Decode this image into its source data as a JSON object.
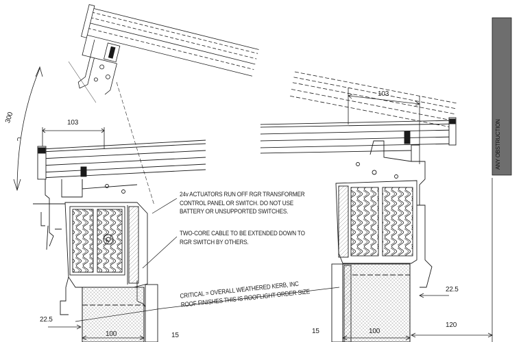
{
  "notes": {
    "actuators": [
      "24v ACTUATORS RUN OFF RGR TRANSFORMER",
      "CONTROL PANEL OR SWITCH. DO NOT USE",
      "BATTERY OR UNSUPPORTED SWITCHES."
    ],
    "cable": [
      "TWO-CORE CABLE TO BE EXTENDED DOWN TO",
      "RGR SWITCH BY OTHERS."
    ],
    "critical": [
      "CRITICAL =  OVERALL WEATHERED KERB, INC",
      "ROOF FINISHES THIS IS ROOFLIGHT ORDER SIZE"
    ]
  },
  "dimensions": {
    "angle": "300",
    "left_103": "103",
    "right_103": "103",
    "left_22_5": "22.5",
    "right_22_5": "22.5",
    "left_100": "100",
    "right_100": "100",
    "left_15": "15",
    "right_15": "15",
    "gap_120": "120"
  },
  "obstruction": {
    "label": "ANY OBSTRUCTION"
  },
  "colors": {
    "line": "#1a1a1a",
    "wall": "#6e6e6e",
    "hatch": "#9a9a9a"
  }
}
